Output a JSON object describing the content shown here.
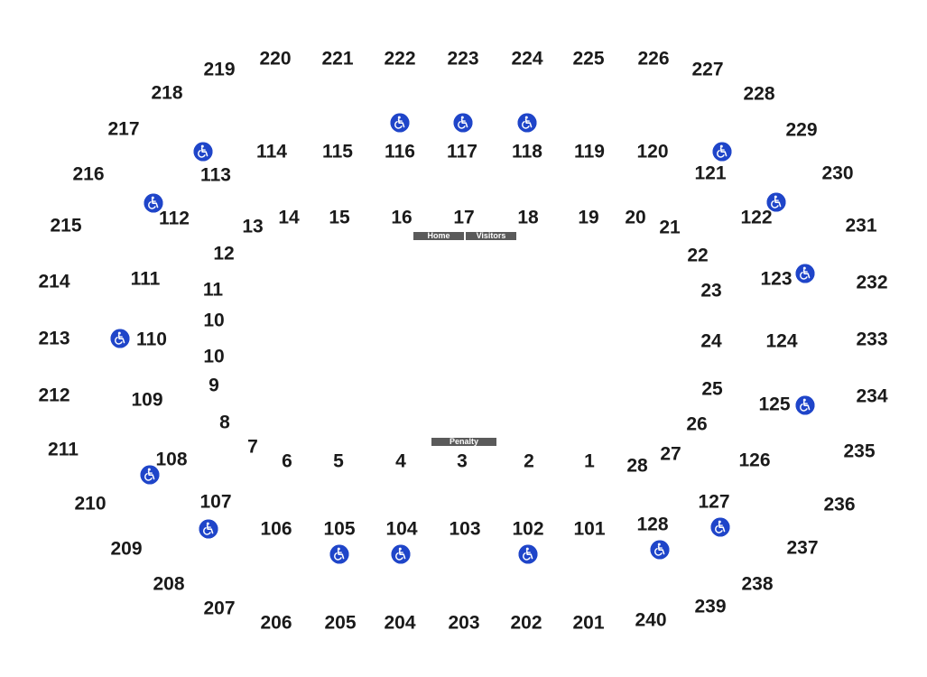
{
  "colors": {
    "label": "#1a1a1a",
    "wheelchair": "#1f45c9",
    "bench": "#5a5a5a",
    "background": "#ffffff"
  },
  "benches": {
    "home": "Home",
    "visitors": "Visitors",
    "penalty": "Penalty"
  },
  "sections": [
    "219",
    "220",
    "221",
    "222",
    "223",
    "224",
    "225",
    "226",
    "227",
    "218",
    "228",
    "217",
    "229",
    "216",
    "230",
    "215",
    "231",
    "214",
    "232",
    "213",
    "233",
    "212",
    "234",
    "211",
    "235",
    "210",
    "236",
    "209",
    "237",
    "208",
    "238",
    "207",
    "239",
    "206",
    "205",
    "204",
    "203",
    "202",
    "201",
    "240",
    "114",
    "115",
    "116",
    "117",
    "118",
    "119",
    "120",
    "113",
    "121",
    "112",
    "122",
    "111",
    "123",
    "110",
    "124",
    "109",
    "125",
    "108",
    "126",
    "107",
    "127",
    "106",
    "105",
    "104",
    "103",
    "102",
    "101",
    "128",
    "14",
    "15",
    "16",
    "17",
    "18",
    "19",
    "20",
    "13",
    "21",
    "12",
    "22",
    "11",
    "23",
    "10",
    "24",
    "10",
    "25",
    "9",
    "26",
    "8",
    "27",
    "7",
    "28",
    "6",
    "5",
    "4",
    "3",
    "2",
    "1"
  ],
  "wheelchair_icon": "wheelchair-icon"
}
